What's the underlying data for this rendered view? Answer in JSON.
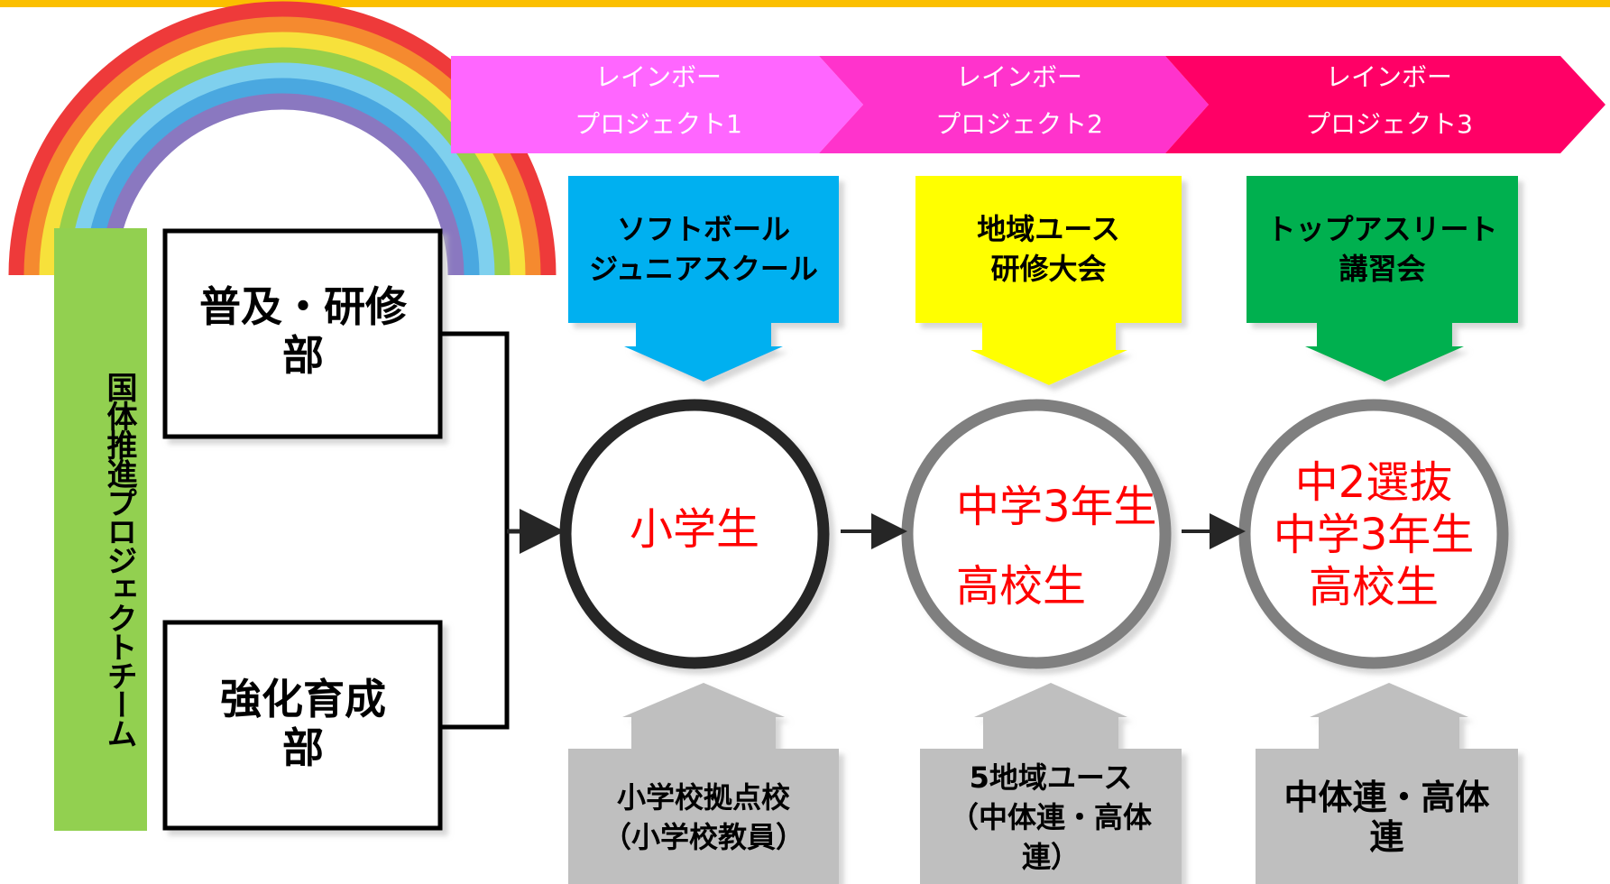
{
  "top_bar_color": "#fbbf00",
  "team": {
    "label": "国体推進プロジェクトチーム",
    "color": "#92d050"
  },
  "departments": [
    {
      "label": "普及・研修\n部"
    },
    {
      "label": "強化育成\n部"
    }
  ],
  "projects": [
    {
      "label": "レインボー\nプロジェクト1",
      "color": "#ff66ff"
    },
    {
      "label": "レインボー\nプロジェクト2",
      "color": "#ff33cc"
    },
    {
      "label": "レインボー\nプロジェクト3",
      "color": "#ff0066"
    }
  ],
  "programs": [
    {
      "label": "ソフトボール\nジュニアスクール",
      "color": "#00b0f0"
    },
    {
      "label": "地域ユース\n研修大会",
      "color": "#ffff00"
    },
    {
      "label": "トップアスリート\n講習会",
      "color": "#00b050"
    }
  ],
  "targets": [
    {
      "label": "小学生",
      "ring_color": "#262626"
    },
    {
      "label": "中学3年生\n高校生",
      "ring_color": "#7f7f7f"
    },
    {
      "label": "中2選抜\n中学3年生\n高校生",
      "ring_color": "#7f7f7f"
    }
  ],
  "sources": [
    {
      "label": "小学校拠点校\n（小学校教員）"
    },
    {
      "label": "5地域ユース\n（中体連・高体\n連）"
    },
    {
      "label": "中体連・高体\n連"
    }
  ],
  "source_color": "#bfbfbf",
  "rainbow_colors": [
    "#ee3a3a",
    "#f58a2f",
    "#f7e13b",
    "#98cf4a",
    "#7fd0ee",
    "#4aa8e0",
    "#8a78c0"
  ]
}
